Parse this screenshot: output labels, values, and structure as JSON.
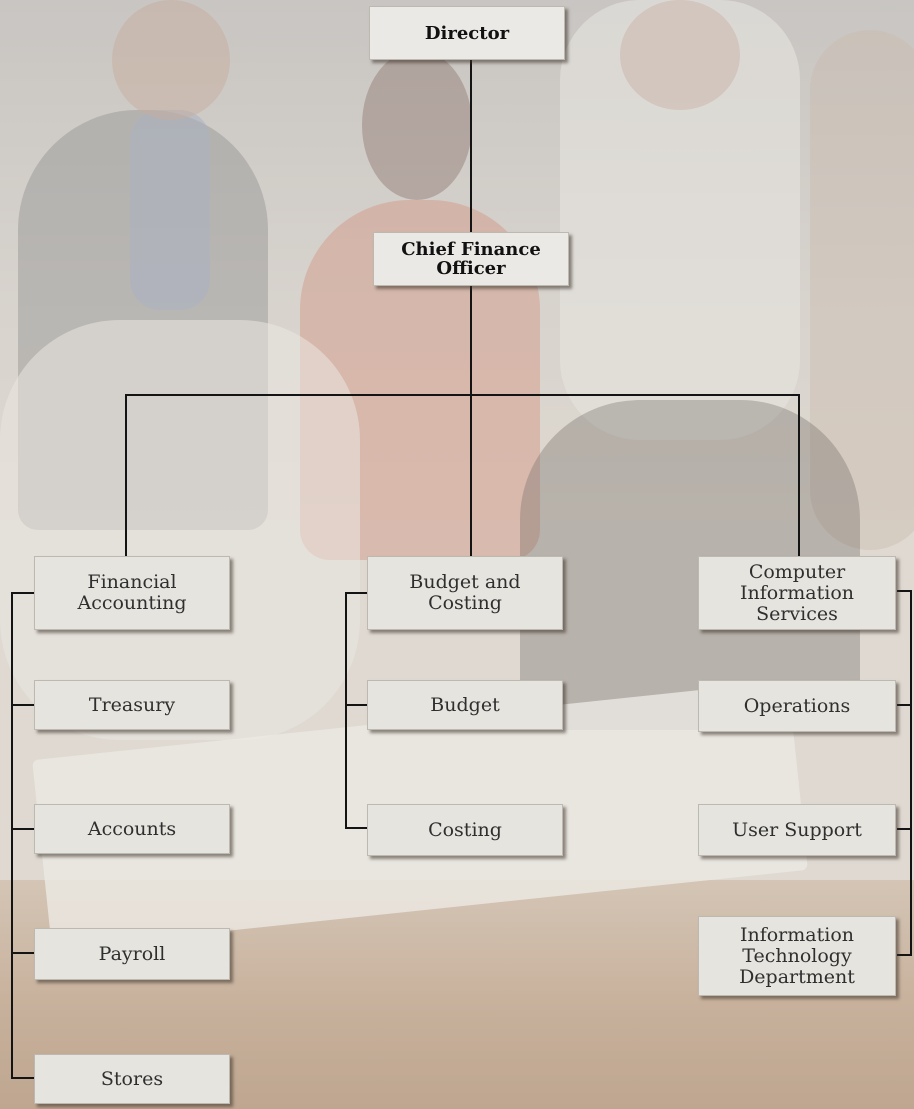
{
  "org_chart": {
    "director": "Director",
    "cfo": "Chief Finance\nOfficer",
    "financial_accounting": {
      "title": "Financial\nAccounting",
      "units": [
        "Treasury",
        "Accounts",
        "Payroll",
        "Stores"
      ]
    },
    "budget_costing": {
      "title": "Budget and\nCosting",
      "units": [
        "Budget",
        "Costing"
      ]
    },
    "computer_services": {
      "title": "Computer\nInformation\nServices",
      "units": [
        "Operations",
        "User Support",
        "Information\nTechnology\nDepartment"
      ]
    }
  }
}
